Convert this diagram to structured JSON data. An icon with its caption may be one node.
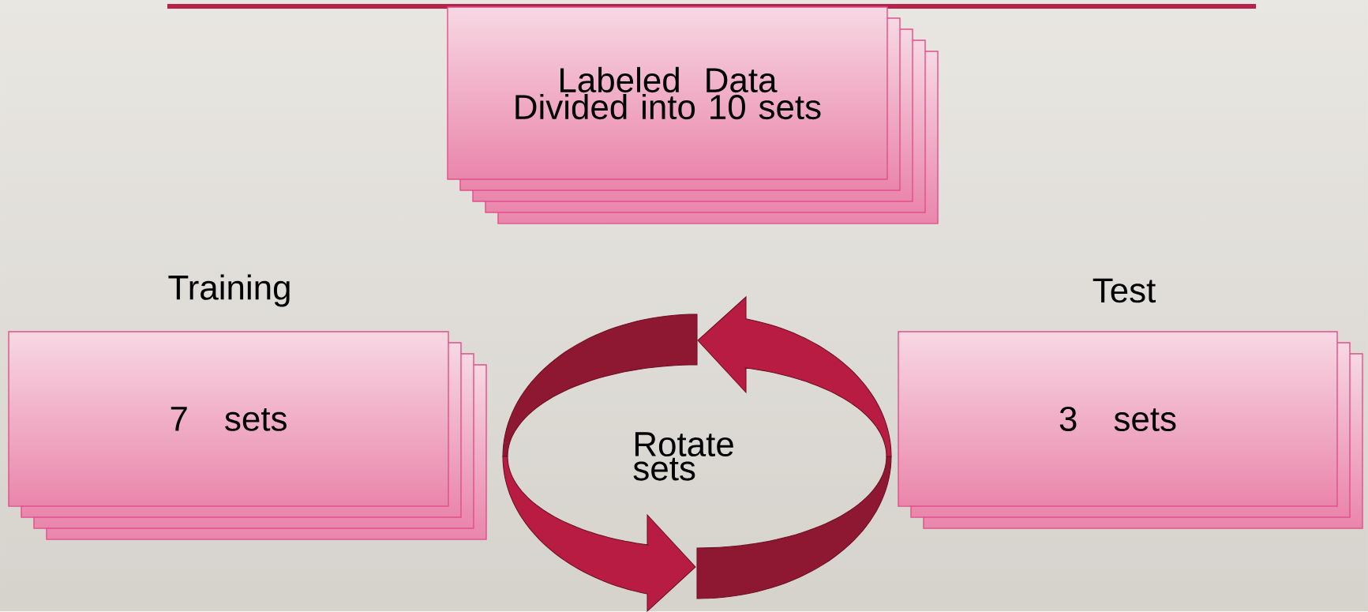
{
  "diagram": {
    "nodes": [
      {
        "text": [
          "Labeled Data Divided into 10 sets"
        ]
      },
      {
        "text": [
          "Training",
          "7 sets"
        ]
      },
      {
        "text": [
          "Test",
          "3 sets"
        ]
      },
      {
        "text": [
          "Rotate sets"
        ]
      }
    ]
  }
}
